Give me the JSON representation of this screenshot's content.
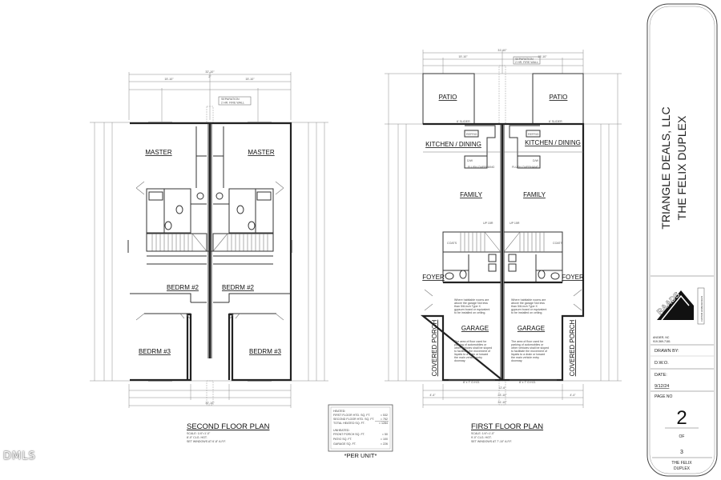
{
  "second_floor": {
    "title": "SECOND FLOOR PLAN",
    "notes": [
      "SCALE: 1/4\"=1'-0\"",
      "8'-0\" CLG. HGT.",
      "SET WINDOWS AT 6'-8\" A.F.F."
    ],
    "rooms": {
      "master_left": "MASTER",
      "master_right": "MASTER",
      "bed2_left": "BEDRM #2",
      "bed2_right": "BEDRM #2",
      "bed3_left": "BEDRM #3",
      "bed3_right": "BEDRM #3"
    },
    "separation_note": [
      "SEPARATION",
      "2 HR. FIRE WALL"
    ],
    "dims": {
      "overall": "32'-10\"",
      "half_left": "15'-10\"",
      "half_right": "15'-10\"",
      "center": "2\"",
      "bottom_overall": "32'-10\""
    }
  },
  "first_floor": {
    "title": "FIRST FLOOR PLAN",
    "notes": [
      "SCALE: 1/4\"=1'-0\"",
      "9'-0\" CLG. HGT.",
      "SET WINDOWS AT 7'-10\" A.F.F."
    ],
    "rooms": {
      "patio_left": "PATIO",
      "patio_right": "PATIO",
      "kitchen_left": "KITCHEN / DINING",
      "kitchen_right": "KITCHEN / DINING",
      "family_left": "FAMILY",
      "family_right": "FAMILY",
      "foyer_left": "FOYER",
      "foyer_right": "FOYER",
      "garage_left": "GARAGE",
      "garage_right": "GARAGE",
      "porch_left": "COVERED PORCH",
      "porch_right": "COVERED PORCH"
    },
    "fixtures": {
      "refrig": "REFRIG",
      "dw": "D/W",
      "flush": "FLUSH OVERHANG",
      "coats": "COATS",
      "up": "UP 15R",
      "slider": "6' SLIDER",
      "garage_door": "8' x 7' O.H.D."
    },
    "garage_note_1": [
      "Where habitable rooms are",
      "above the garage Not less",
      "than 5/8-inch Type X",
      "gypsum board or equivalent",
      "to be installed on ceiling."
    ],
    "garage_note_2": [
      "The area of floor used for",
      "parking of automobiles or",
      "other vehicles shall be sloped",
      "to facilitate the movement of",
      "liquids to a drain or toward",
      "the main vehicle entry",
      "doorway."
    ],
    "separation_note": [
      "SEPARATION",
      "2 HR. FIRE WALL"
    ],
    "dims": {
      "overall": "31'-10\"",
      "half_left": "15'-10\"",
      "half_right": "15'-10\"",
      "porch": "4'-4\"",
      "garage": "12'-6\"",
      "bottom_mid": "23'-10\""
    }
  },
  "area_table": {
    "heated_label": "HEATED:",
    "rows_heated": [
      {
        "label": "FIRST FLOOR HTD. SQ. FT.",
        "value": "= 532"
      },
      {
        "label": "SECOND FLOOR HTD. SQ. FT.",
        "value": "= 752"
      },
      {
        "label": "TOTAL HEATED SQ. FT.",
        "value": "= 1284"
      }
    ],
    "unheated_label": "UNHEATED:",
    "rows_unheated": [
      {
        "label": "FRONT PORCH SQ. FT.",
        "value": "= 50"
      },
      {
        "label": "PATIO SQ. FT.",
        "value": "= 100"
      },
      {
        "label": "GARAGE SQ. FT.",
        "value": "= 226"
      }
    ],
    "footer": "*PER UNIT*"
  },
  "title_block": {
    "client": "TRIANGLE DEALS, LLC",
    "project": "THE FELIX DUPLEX",
    "logo_text": "RAADS",
    "logo_sub": "CUSTOM HOME DESIGNS",
    "location": "ANGIER, NC",
    "phone": "919-369-7181",
    "drawn_by_label": "DRAWN BY:",
    "drawn_by": "D.W.O.",
    "date_label": "DATE:",
    "date": "9/12/24",
    "page_label": "PAGE NO",
    "page": "2",
    "of_label": "OF",
    "total_pages": "3",
    "footer": [
      "THE FELIX",
      "DUPLEX"
    ]
  },
  "watermark": "DMLS"
}
